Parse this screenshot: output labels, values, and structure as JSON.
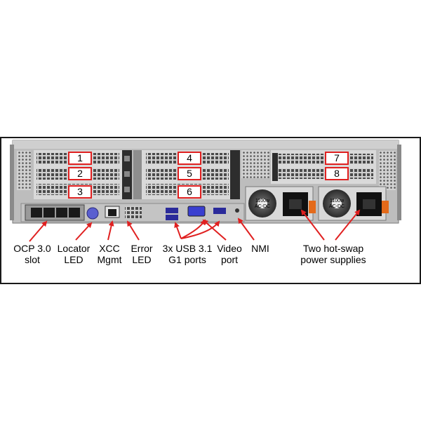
{
  "figure": {
    "frame_color": "#1a1a1a",
    "callout_color": "#e02020",
    "chassis_color": "#c9c9c9",
    "slots": [
      "1",
      "2",
      "3",
      "4",
      "5",
      "6",
      "7",
      "8"
    ],
    "labels": {
      "ocp": [
        "OCP 3.0",
        "slot"
      ],
      "locator": [
        "Locator",
        "LED"
      ],
      "xcc": [
        "XCC",
        "Mgmt"
      ],
      "error": [
        "Error",
        "LED"
      ],
      "usb": [
        "3x USB 3.1",
        "G1 ports"
      ],
      "video": [
        "Video",
        "port"
      ],
      "nmi": [
        "NMI"
      ],
      "psu": [
        "Two hot-swap",
        "power supplies"
      ]
    },
    "psu_rating": [
      "1100w",
      "AC-DC"
    ]
  }
}
